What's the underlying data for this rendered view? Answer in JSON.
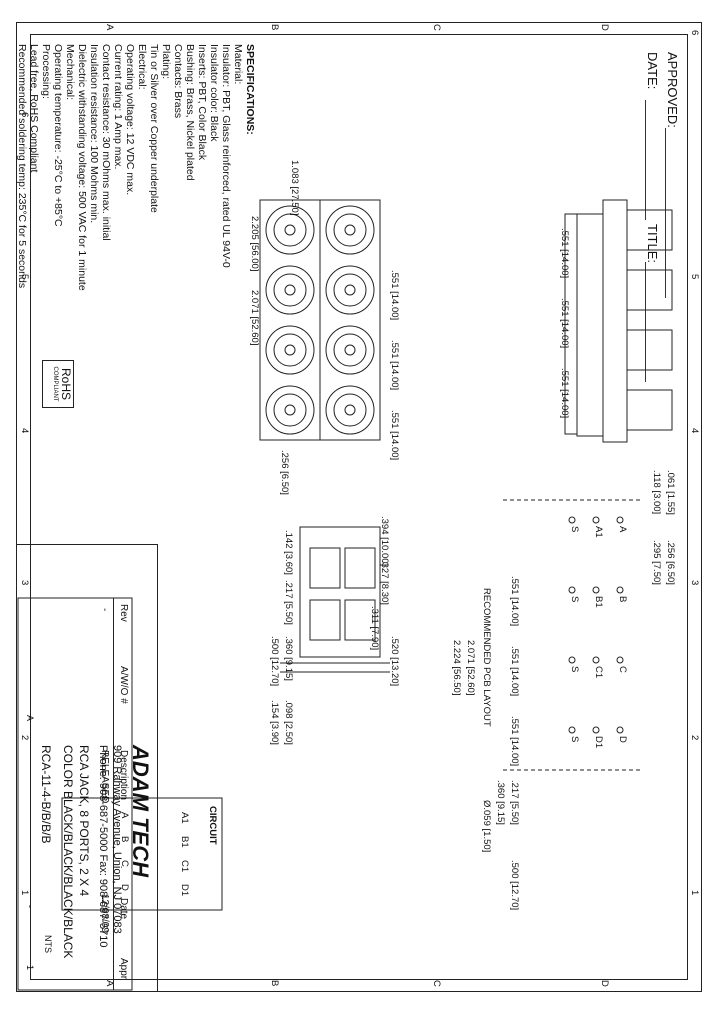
{
  "approval": {
    "approved_label": "APPROVED:",
    "title_label": "TITLE:",
    "date_label": "DATE:"
  },
  "specifications": {
    "heading": "SPECIFICATIONS:",
    "lines": [
      "Material:",
      "Insulator: PBT, Glass reinforced, rated UL 94V-0",
      "Insulator color: Black",
      "Inserts: PBT, Color Black",
      "Bushing: Brass, Nickel plated",
      "Contacts: Brass",
      "Plating:",
      "Tin or Silver over Copper underplate",
      "Electrical:",
      "Operating voltage: 12 VDC max.",
      "Current rating: 1 Amp max.",
      "Contact resistance: 30 mOhms max. initial",
      "Insulation resistance: 100 Mohms min.",
      "Dielectric withstanding voltage: 500 VAC for 1 minute",
      "Mechanical:",
      "Operating temperature: -25°C to +85°C",
      "Processing:",
      "Lead free, RoHS Compliant",
      "Recommended soldering temp: 235°C for 5 seconds"
    ]
  },
  "rohs_badge": {
    "main": "RoHS",
    "sub": "COMPLIANT"
  },
  "zone_letters": [
    "A",
    "B",
    "C",
    "D"
  ],
  "zone_numbers": [
    "6",
    "5",
    "4",
    "3",
    "2",
    "1"
  ],
  "revision": {
    "headers": {
      "rev": "Rev",
      "ecn": "A/W/O #",
      "description": "Description",
      "date": "Date",
      "appr": "Appr"
    },
    "row": {
      "rev": "-",
      "ecn": "",
      "description": "RELEASED",
      "date": "12/08/09",
      "appr": ""
    }
  },
  "title_block": {
    "company": "ADAM TECH",
    "address": "909 Rahway Avenue, Union, NJ 07083",
    "phone": "Phone: 908-687-5000  Fax: 908-687-5710",
    "description1": "RCA JACK, 8 PORTS, 2 X 4",
    "description2": "COLOR BLACK/BLACK/BLACK/BLACK",
    "part_number": "RCA-11-4-B/B/B/B",
    "scale": "NTS",
    "rev": "-",
    "sheet": "1",
    "size": "A"
  },
  "views": {
    "front_dims": [
      "2.205 [56.00]",
      "2.071 [52.60]",
      "1.083 [27.50]",
      ".551 [14.00]",
      ".551 [14.00]",
      ".551 [14.00]",
      ".256 [6.50]"
    ],
    "top_dims": [
      ".551 [14.00]",
      ".551 [14.00]",
      ".551 [14.00]"
    ],
    "side_dims": [
      ".394 [10.00]",
      ".327 [8.30]",
      ".142 [3.60]",
      ".217 [5.50]",
      ".311 [7.90]",
      ".360 [9.15]",
      ".500 [12.70]",
      ".520 [13.20]",
      ".098 [2.50]",
      ".154 [3.90]"
    ],
    "pcb_title": "RECOMMENDED PCB LAYOUT",
    "pcb_dims": [
      ".061 [1.55]",
      ".118 [3.00]",
      ".295 [7.50]",
      ".256 [6.50]",
      "2.071 [52.60]",
      "2.224 [56.50]",
      ".551 [14.00]",
      ".551 [14.00]",
      ".551 [14.00]",
      ".217 [5.50]",
      ".360 [9.15]",
      ".500 [12.70]",
      "Ø.059 [1.50]"
    ],
    "pin_labels": [
      "A",
      "A1",
      "B",
      "B1",
      "C",
      "C1",
      "D",
      "D1",
      "S",
      "S",
      "S",
      "S"
    ]
  },
  "circuit": {
    "title": "CIRCUIT",
    "labels": [
      "A1",
      "B1",
      "C1",
      "D1",
      "A",
      "B",
      "C",
      "D"
    ]
  }
}
